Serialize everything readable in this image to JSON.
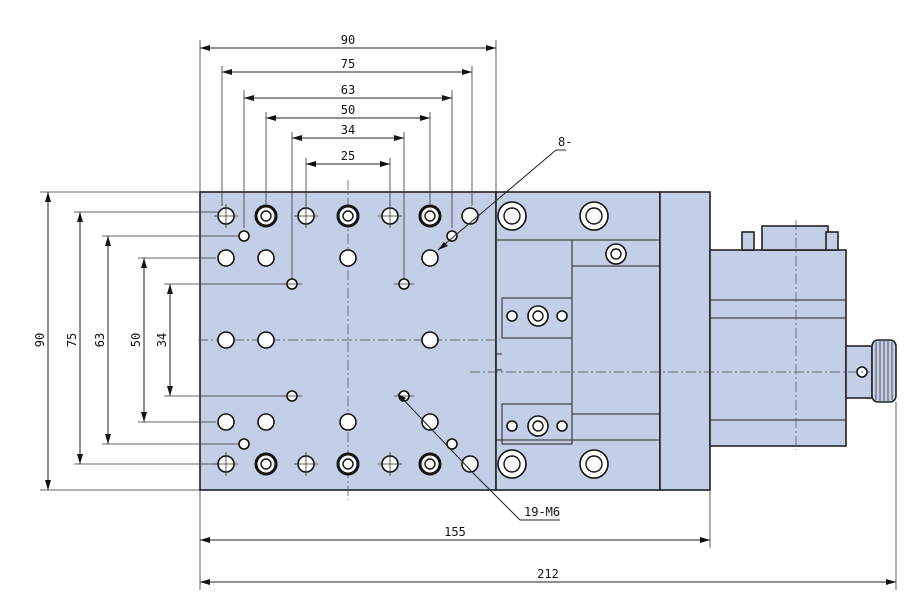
{
  "dimensions": {
    "top": [
      "90",
      "75",
      "63",
      "50",
      "34",
      "25"
    ],
    "left": [
      "90",
      "75",
      "63",
      "50",
      "34"
    ],
    "bottom": [
      "155",
      "212"
    ]
  },
  "callouts": {
    "holes_8": "8-",
    "holes_m6": "19-M6"
  }
}
